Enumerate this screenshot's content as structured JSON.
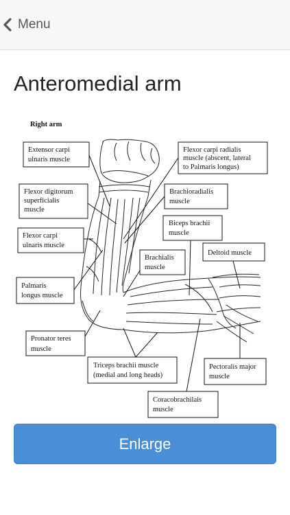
{
  "nav": {
    "back_label": "Menu",
    "back_icon": "chevron-left-icon"
  },
  "page": {
    "title": "Anteromedial arm"
  },
  "diagram": {
    "heading": "Right arm",
    "labels": {
      "extensor_carpi_ulnaris": [
        "Extensor carpi",
        "ulnaris muscle"
      ],
      "flexor_carpi_radialis": [
        "Flexor carpi radialis",
        "muscle (abscent, lateral",
        "to Palmaris longus)"
      ],
      "flexor_digitorum": [
        "Flexor digitorum",
        "superficialis",
        "muscle"
      ],
      "brachioradialis": [
        "Brachioradialis",
        "muscle"
      ],
      "biceps_brachii": [
        "Biceps brachii",
        "muscle"
      ],
      "flexor_carpi_ulnaris": [
        "Flexor carpi",
        "ulnaris muscle"
      ],
      "brachialis": [
        "Brachialis",
        "muscle"
      ],
      "deltoid": [
        "Deltoid muscle"
      ],
      "palmaris_longus": [
        "Palmaris",
        "longus muscle"
      ],
      "pronator_teres": [
        "Pronator teres",
        "muscle"
      ],
      "triceps_brachii": [
        "Triceps brachii muscle",
        "(medial and long heads)"
      ],
      "pectoralis_major": [
        "Pectoralis major",
        "muscle"
      ],
      "coracobrachialis": [
        "Coracobrachilais",
        "muscle"
      ]
    }
  },
  "actions": {
    "enlarge_label": "Enlarge"
  },
  "colors": {
    "navbar_bg": "#f7f7f7",
    "button_bg": "#4a8fd6",
    "button_text": "#ffffff"
  }
}
